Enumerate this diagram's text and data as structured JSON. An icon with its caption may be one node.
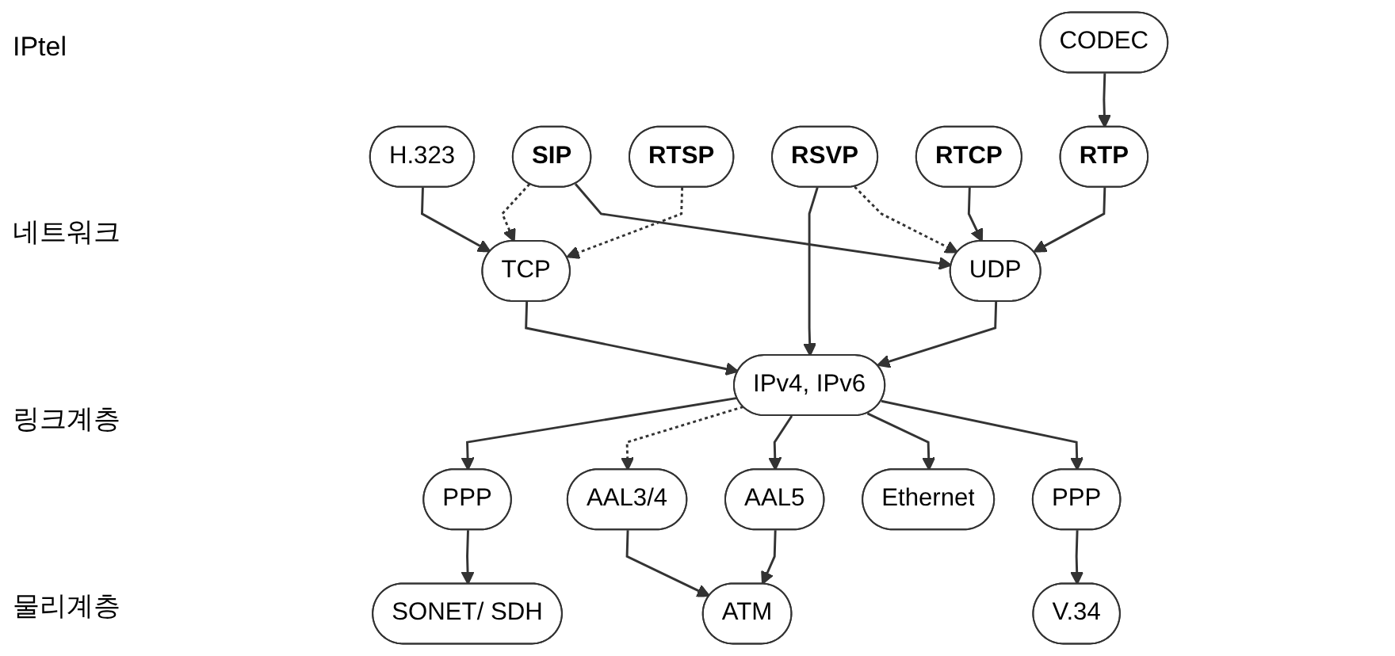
{
  "diagram": {
    "nodes": [
      {
        "text": [
          "H.323"
        ]
      },
      {
        "text": [
          "SIP"
        ]
      },
      {
        "text": [
          "RTSP"
        ]
      },
      {
        "text": [
          "RSVP"
        ]
      },
      {
        "text": [
          "RTCP"
        ]
      },
      {
        "text": [
          "CODEC"
        ]
      },
      {
        "text": [
          "RTP"
        ]
      },
      {
        "text": [
          "TCP"
        ]
      },
      {
        "text": [
          "UDP"
        ]
      },
      {
        "text": [
          "IPv4, IPv6"
        ]
      },
      {
        "text": [
          "PPP"
        ]
      },
      {
        "text": [
          "AAL3/4"
        ]
      },
      {
        "text": [
          "AAL5"
        ]
      },
      {
        "text": [
          "PPP"
        ]
      },
      {
        "text": [
          "SONET/ SDH"
        ]
      },
      {
        "text": [
          "ATM"
        ]
      },
      {
        "text": [
          "Ethernet"
        ]
      },
      {
        "text": [
          "V.34"
        ]
      }
    ],
    "edges": [
      {
        "from": 0,
        "to": 7,
        "arrow": "to"
      },
      {
        "from": 1,
        "to": 7,
        "arrow": "to",
        "style": "dashed"
      },
      {
        "from": 1,
        "to": 8,
        "arrow": "to"
      },
      {
        "from": 2,
        "to": 7,
        "arrow": "to",
        "style": "dashed"
      },
      {
        "from": 3,
        "to": 9,
        "arrow": "to"
      },
      {
        "from": 3,
        "to": 8,
        "arrow": "to",
        "style": "dashed"
      },
      {
        "from": 4,
        "to": 8,
        "arrow": "to"
      },
      {
        "from": 5,
        "to": 6,
        "arrow": "to"
      },
      {
        "from": 6,
        "to": 8,
        "arrow": "to"
      },
      {
        "from": 7,
        "to": 9,
        "arrow": "to"
      },
      {
        "from": 8,
        "to": 9,
        "arrow": "to"
      },
      {
        "from": 9,
        "to": 10,
        "arrow": "to"
      },
      {
        "from": 9,
        "to": 11,
        "arrow": "to",
        "style": "dashed"
      },
      {
        "from": 9,
        "to": 12,
        "arrow": "to"
      },
      {
        "from": 9,
        "to": 16,
        "arrow": "to"
      },
      {
        "from": 9,
        "to": 13,
        "arrow": "to"
      },
      {
        "from": 10,
        "to": 14,
        "arrow": "to"
      },
      {
        "from": 11,
        "to": 15,
        "arrow": "to"
      },
      {
        "from": 12,
        "to": 15,
        "arrow": "to"
      },
      {
        "from": 13,
        "to": 17,
        "arrow": "to"
      }
    ],
    "labels": [
      "IPtel",
      "네트워크",
      "링크계층",
      "물리계층"
    ]
  }
}
